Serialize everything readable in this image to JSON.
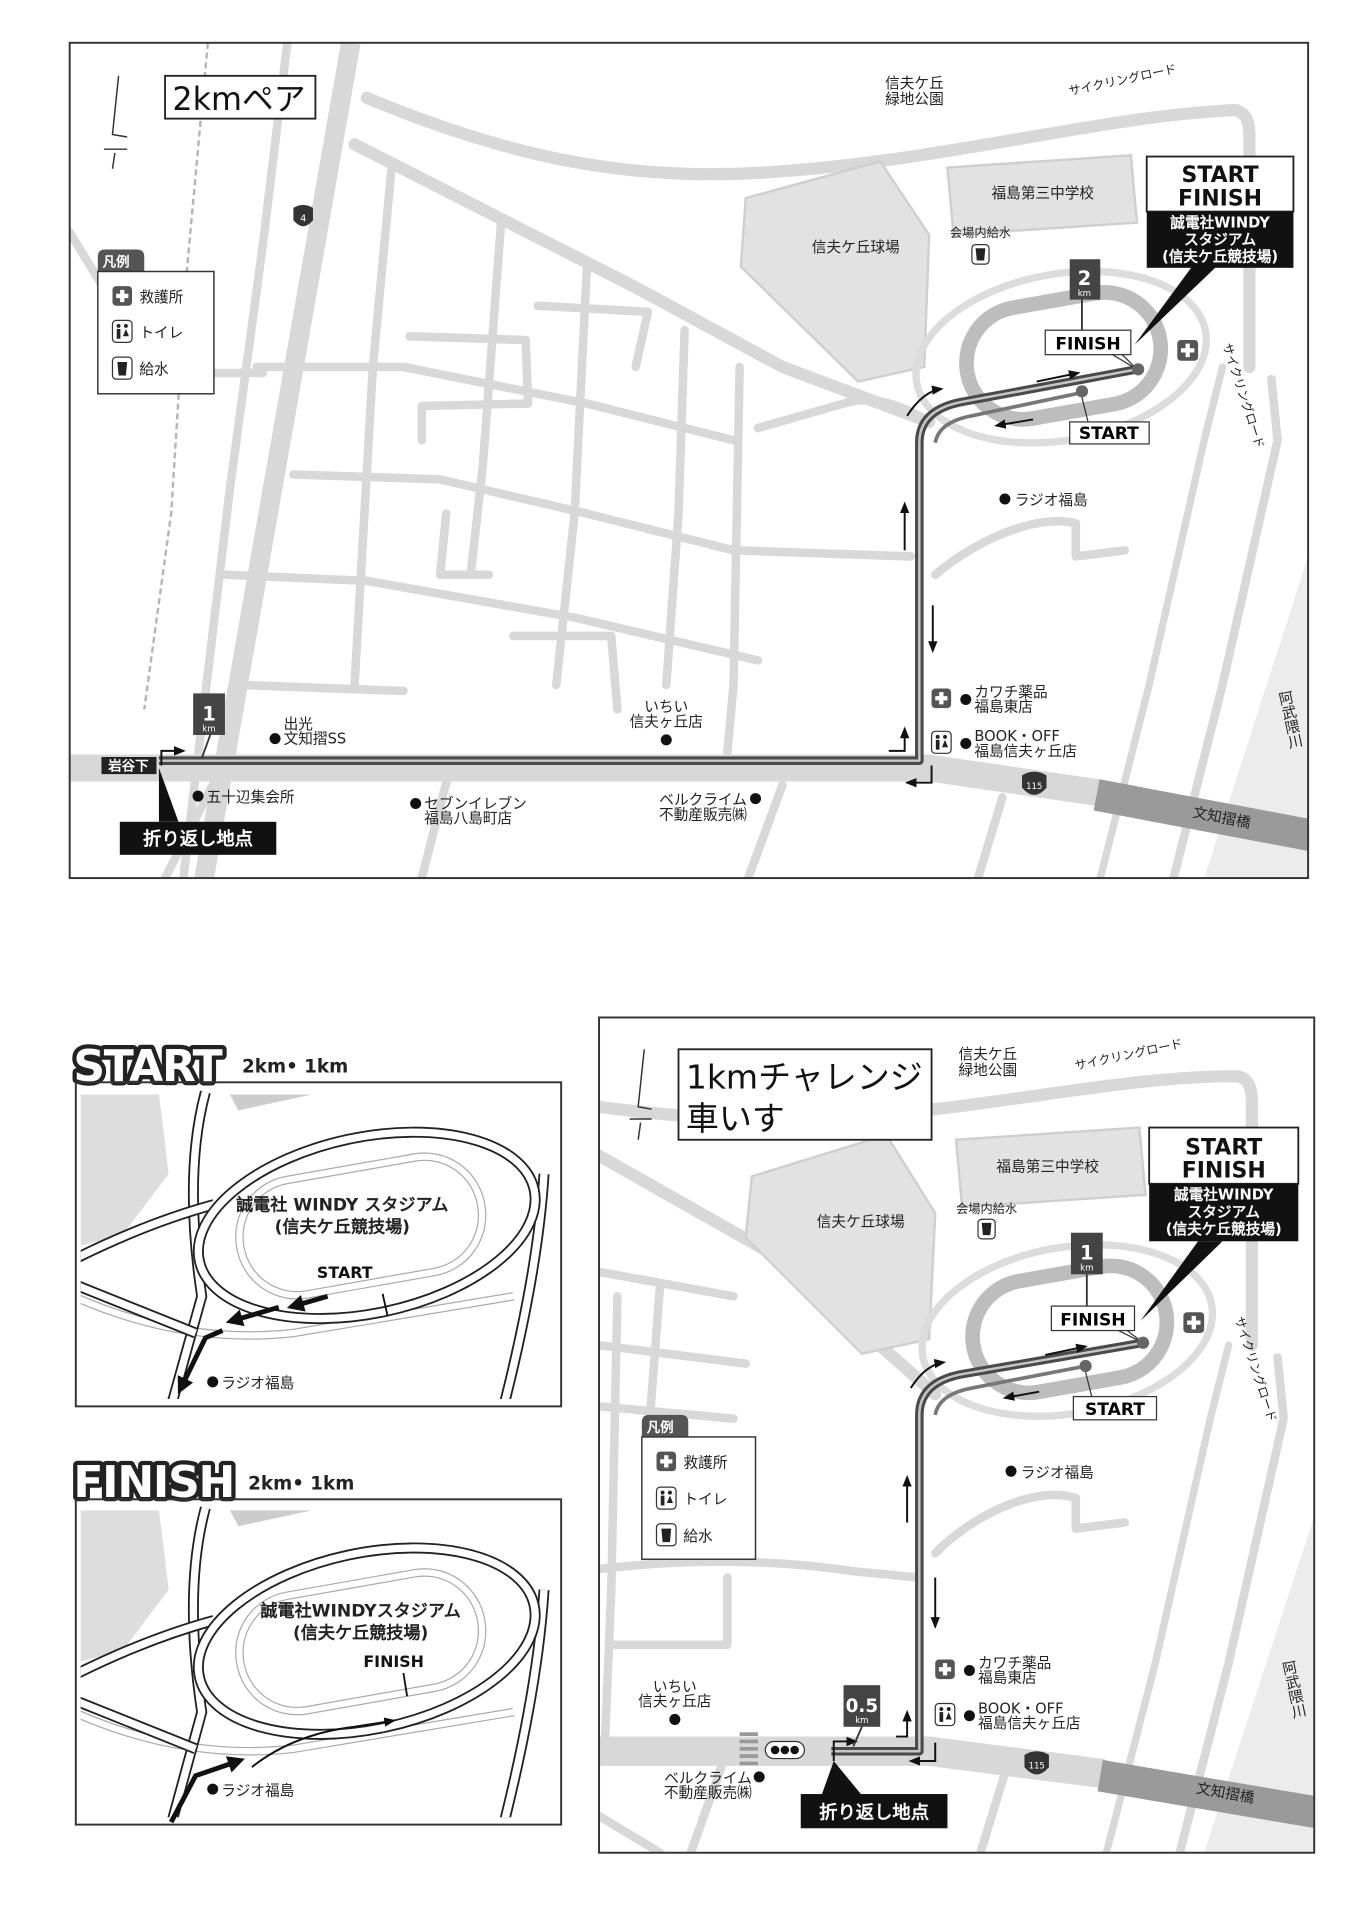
{
  "top_map": {
    "title": "2kmペア",
    "legend": {
      "title": "凡例",
      "items": [
        "救護所",
        "トイレ",
        "給水"
      ]
    },
    "route_number_4": "4",
    "route_number_115": "115",
    "km_markers": [
      {
        "value": "1",
        "unit": "km"
      },
      {
        "value": "2",
        "unit": "km"
      }
    ],
    "callouts": {
      "finish": "FINISH",
      "start": "START"
    },
    "stadium_box": {
      "line1": "START",
      "line2": "FINISH",
      "name1": "誠電社WINDY",
      "name2": "スタジアム",
      "name3": "(信夫ケ丘競技場)"
    },
    "junction": "岩谷下",
    "turnaround": "折り返し地点",
    "places": {
      "park": [
        "信夫ケ丘",
        "緑地公園"
      ],
      "cycling_road_top": "サイクリングロード",
      "cycling_road_right": "サイクリングロード",
      "school": "福島第三中学校",
      "ballpark": "信夫ケ丘球場",
      "water_station": "会場内給水",
      "radio": "ラジオ福島",
      "kawachi": [
        "カワチ薬品",
        "福島東店"
      ],
      "bookoff": [
        "BOOK・OFF",
        "福島信夫ヶ丘店"
      ],
      "bridge": "文知摺橋",
      "river": "阿武隈川",
      "idemitsu": [
        "出光",
        "文知摺SS"
      ],
      "ichii": [
        "いちい",
        "信夫ヶ丘店"
      ],
      "igarabe": "五十辺集会所",
      "seven": [
        "セブンイレブン",
        "福島八島町店"
      ],
      "bell": [
        "ベルクライム",
        "不動産販売㈱"
      ]
    }
  },
  "bottom_map": {
    "title": [
      "1kmチャレンジ",
      "車いす"
    ],
    "legend": {
      "title": "凡例",
      "items": [
        "救護所",
        "トイレ",
        "給水"
      ]
    },
    "route_number_115": "115",
    "km_markers": [
      {
        "value": "0.5",
        "unit": "km"
      },
      {
        "value": "1",
        "unit": "km"
      }
    ],
    "callouts": {
      "finish": "FINISH",
      "start": "START"
    },
    "stadium_box": {
      "line1": "START",
      "line2": "FINISH",
      "name1": "誠電社WINDY",
      "name2": "スタジアム",
      "name3": "(信夫ケ丘競技場)"
    },
    "turnaround": "折り返し地点",
    "places": {
      "park": [
        "信夫ケ丘",
        "緑地公園"
      ],
      "cycling_road_top": "サイクリングロード",
      "cycling_road_right": "サイクリングロード",
      "school": "福島第三中学校",
      "ballpark": "信夫ケ丘球場",
      "water_station": "会場内給水",
      "radio": "ラジオ福島",
      "kawachi": [
        "カワチ薬品",
        "福島東店"
      ],
      "bookoff": [
        "BOOK・OFF",
        "福島信夫ヶ丘店"
      ],
      "bridge": "文知摺橋",
      "river": "阿武隈川",
      "ichii": [
        "いちい",
        "信夫ヶ丘店"
      ],
      "bell": [
        "ベルクライム",
        "不動産販売㈱"
      ]
    }
  },
  "start_inset": {
    "title": "START",
    "subtitle": "2km• 1km",
    "stadium": [
      "誠電社 WINDY スタジアム",
      "(信夫ケ丘競技場)"
    ],
    "marker": "START",
    "radio": "ラジオ福島"
  },
  "finish_inset": {
    "title": "FINISH",
    "subtitle": "2km• 1km",
    "stadium": [
      "誠電社WINDYスタジアム",
      "(信夫ケ丘競技場)"
    ],
    "marker": "FINISH",
    "radio": "ラジオ福島"
  },
  "colors": {
    "road": "#d8d8d8",
    "route": "#4a4a4a",
    "building": "#e2e2e2",
    "bridge": "#9a9a9a"
  }
}
